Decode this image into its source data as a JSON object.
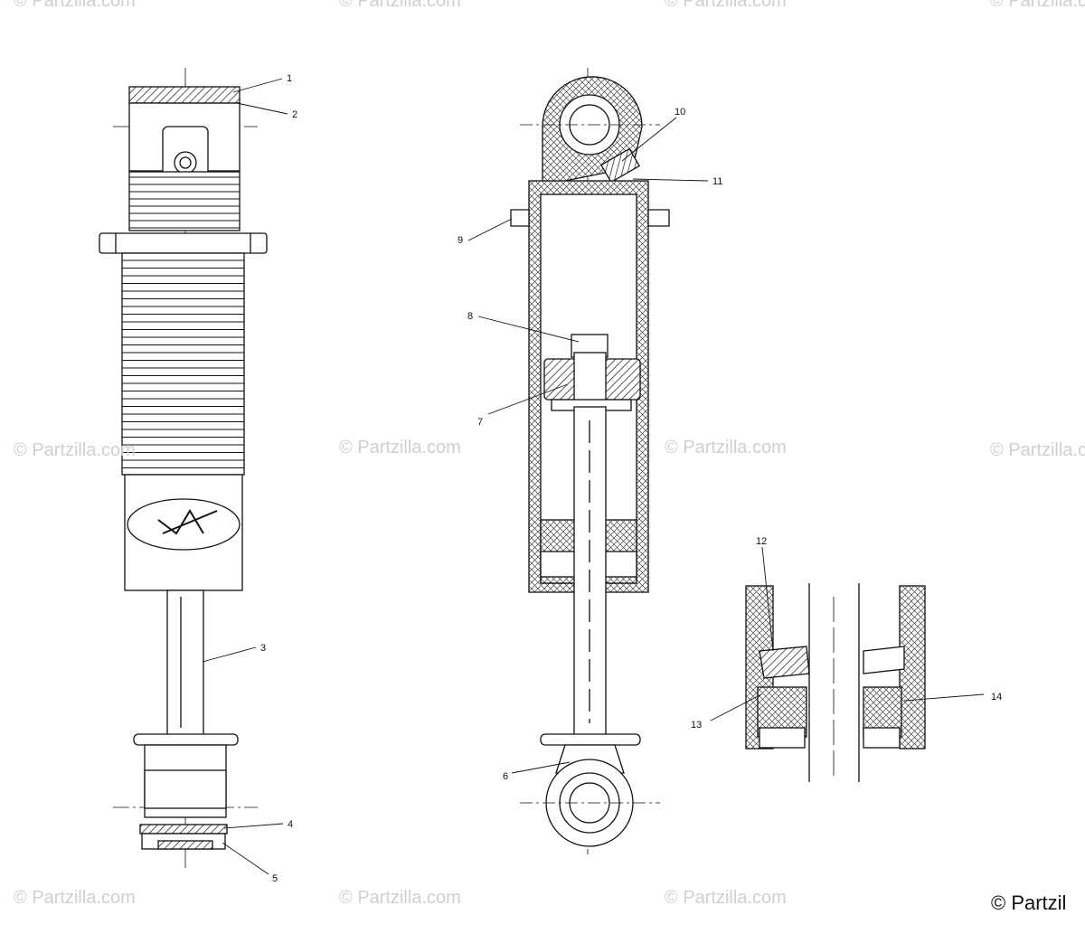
{
  "callouts": [
    "1",
    "2",
    "3",
    "4",
    "5",
    "6",
    "7",
    "8",
    "9",
    "10",
    "11",
    "12",
    "13",
    "14"
  ],
  "watermark": "© Partzilla.com",
  "copyright": "© Partzil",
  "colors": {
    "line": "#111111",
    "hatch": "#333333",
    "watermark": "#cfcfcf"
  }
}
